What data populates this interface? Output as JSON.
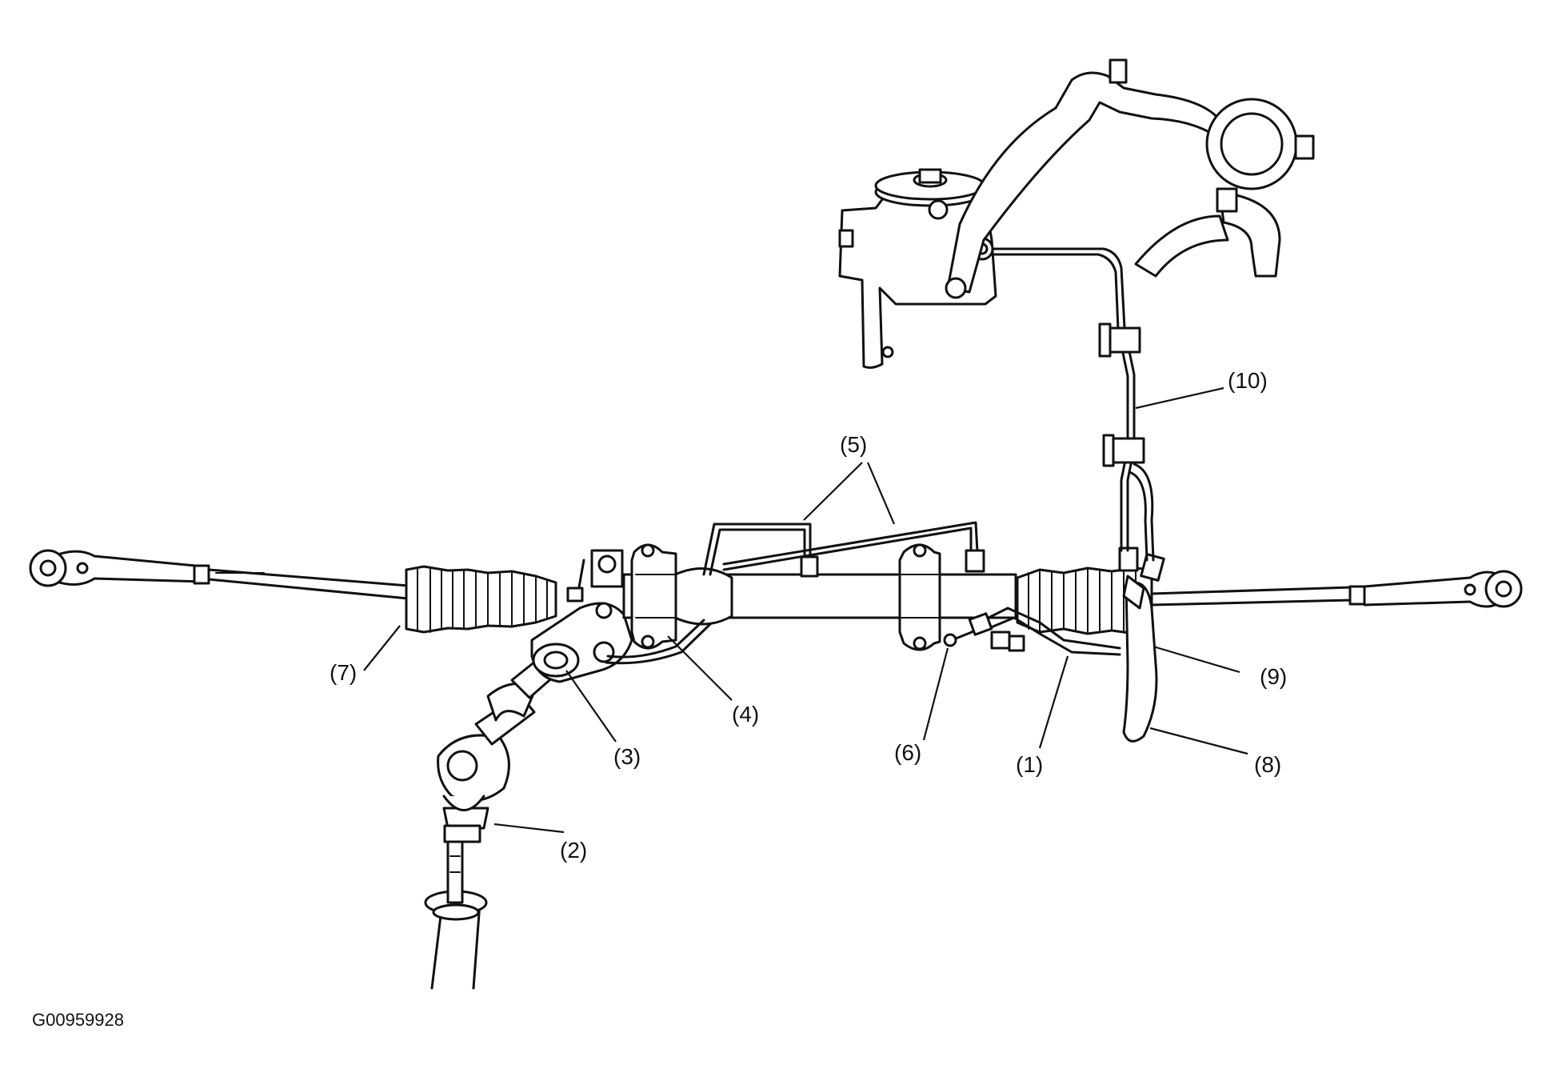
{
  "callouts": {
    "c1": "(1)",
    "c2": "(2)",
    "c3": "(3)",
    "c4": "(4)",
    "c5": "(5)",
    "c6": "(6)",
    "c7": "(7)",
    "c8": "(8)",
    "c9": "(9)",
    "c10": "(10)"
  },
  "figure_id": "G00959928",
  "colors": {
    "line": "#111111",
    "background": "#ffffff"
  }
}
